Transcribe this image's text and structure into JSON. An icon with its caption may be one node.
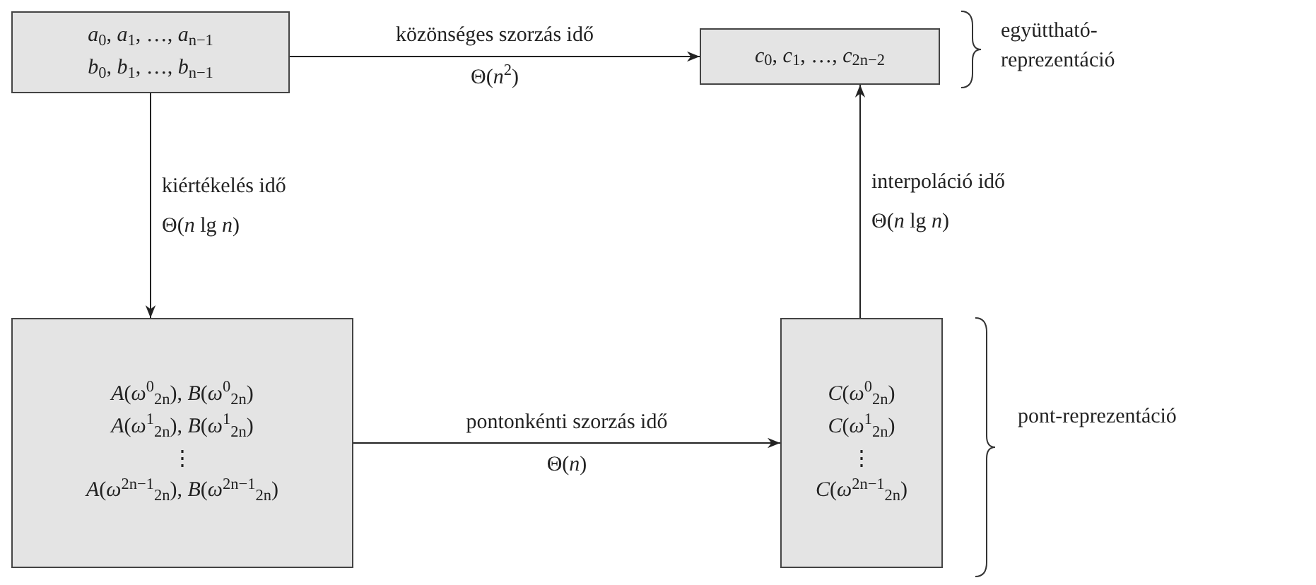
{
  "diagram": {
    "nodes": [
      {
        "text": [
          "*a*$_{0}$, *a*$_{1}$, …, *a*$_{n−1}$",
          "*b*$_{0}$, *b*$_{1}$, …, *b*$_{n−1}$"
        ]
      },
      {
        "text": [
          "*c*$_{0}$, *c*$_{1}$, …, *c*$_{2n−2}$"
        ]
      },
      {
        "text": [
          "*A*(*ω*$^{0}$$_{2n}$), *B*(*ω*$^{0}$$_{2n}$)",
          "*A*(*ω*$^{1}$$_{2n}$), *B*(*ω*$^{1}$$_{2n}$)",
          "⋮",
          "*A*(*ω*$^{2n−1}$$_{2n}$), *B*(*ω*$^{2n−1}$$_{2n}$)"
        ]
      },
      {
        "text": [
          "*C*(*ω*$^{0}$$_{2n}$)",
          "*C*(*ω*$^{1}$$_{2n}$)",
          "⋮",
          "*C*(*ω*$^{2n−1}$$_{2n}$)"
        ]
      }
    ],
    "edges": [
      {
        "from": 0,
        "to": 1,
        "arrow": "to",
        "label": "közönséges szorzás idő Θ(*n*$^{2}$)"
      },
      {
        "from": 0,
        "to": 2,
        "arrow": "to",
        "label": "kiértékelés idő Θ(*n* lg *n*)"
      },
      {
        "from": 3,
        "to": 1,
        "arrow": "to",
        "label": "interpoláció idő Θ(*n* lg *n*)"
      },
      {
        "from": 2,
        "to": 3,
        "arrow": "to",
        "label": "pontonkénti szorzás idő Θ(*n*)"
      }
    ],
    "labels": [
      "együttható-reprezentáció",
      "pont-reprezentáció"
    ]
  }
}
